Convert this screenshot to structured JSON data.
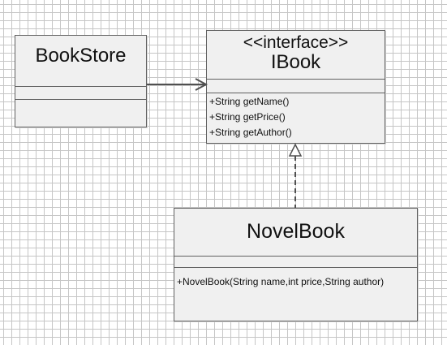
{
  "diagram": {
    "classes": {
      "bookstore": {
        "name": "BookStore",
        "operations": []
      },
      "ibook": {
        "stereotype": "<<interface>>",
        "name": "IBook",
        "operations": [
          "+String getName()",
          "+String getPrice()",
          "+String getAuthor()"
        ]
      },
      "novelbook": {
        "name": "NovelBook",
        "operations": [
          "+NovelBook(String name,int price,String author)"
        ]
      }
    },
    "relations": [
      {
        "type": "association",
        "from": "BookStore",
        "to": "IBook"
      },
      {
        "type": "realization",
        "from": "NovelBook",
        "to": "IBook"
      }
    ],
    "colors": {
      "class_fill": "#f0f0f0",
      "class_border": "#606060",
      "grid_line": "#c6c6c6",
      "connector": "#505050"
    }
  }
}
